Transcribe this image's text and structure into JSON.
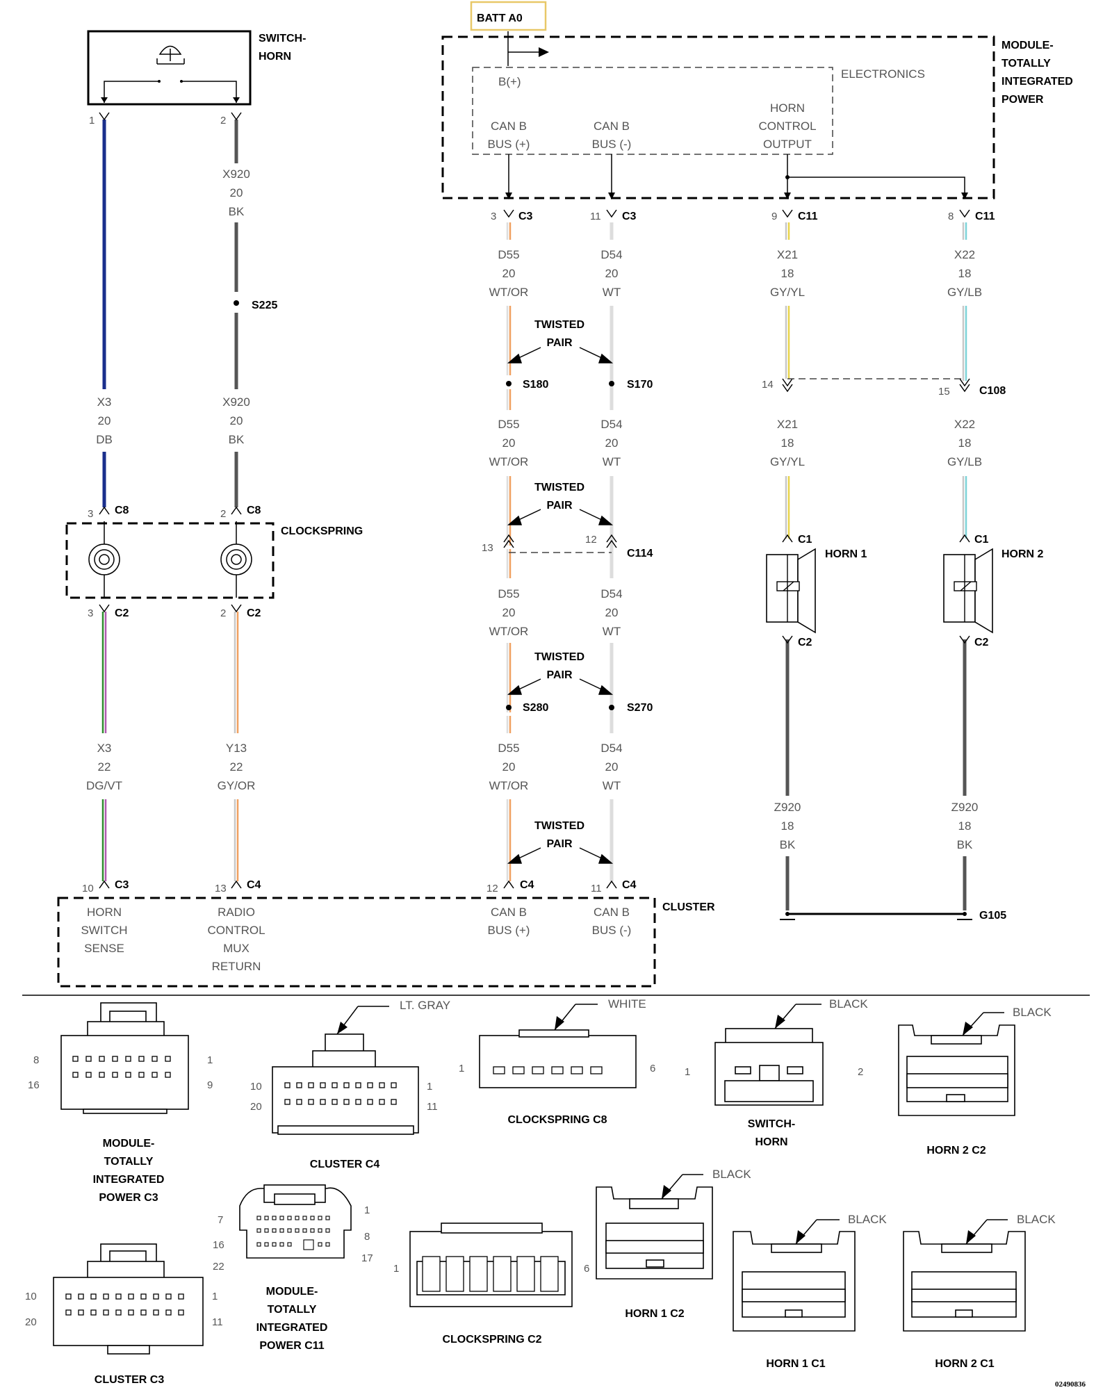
{
  "modules": {
    "switch_horn": "SWITCH-\nHORN",
    "tipm": "MODULE-\nTOTALLY\nINTEGRATED\nPOWER",
    "electronics": "ELECTRONICS",
    "batt": "BATT A0",
    "b_plus": "B(+)",
    "can_b_pos": "CAN B\nBUS (+)",
    "can_b_neg": "CAN B\nBUS (-)",
    "horn_control_output": "HORN\nCONTROL\nOUTPUT",
    "clockspring": "CLOCKSPRING",
    "cluster": "CLUSTER",
    "horn1": "HORN 1",
    "horn2": "HORN 2",
    "horn_switch_sense": "HORN\nSWITCH\nSENSE",
    "radio_control_mux_return": "RADIO\nCONTROL\nMUX\nRETURN",
    "cluster_can_pos": "CAN B\nBUS (+)",
    "cluster_can_neg": "CAN B\nBUS (-)",
    "twisted_pair": "TWISTED\nPAIR"
  },
  "wire_labels": {
    "sw1_top": "",
    "x920_a": "X920\n20\nBK",
    "x920_b": "X920\n20\nBK",
    "x3_db": "X3\n20\nDB",
    "x3_dgvt": "X3\n22\nDG/VT",
    "y13": "Y13\n22\nGY/OR",
    "d55": "D55\n20\nWT/OR",
    "d54": "D54\n20\nWT",
    "x21": "X21\n18\nGY/YL",
    "x22": "X22\n18\nGY/LB",
    "z920": "Z920\n18\nBK"
  },
  "connectors": {
    "c3": "C3",
    "c11": "C11",
    "c8": "C8",
    "c2": "C2",
    "c4": "C4",
    "c1": "C1",
    "c108": "C108",
    "c114": "C114",
    "g105": "G105",
    "s225": "S225",
    "s180": "S180",
    "s170": "S170",
    "s280": "S280",
    "s270": "S270"
  },
  "pins": {
    "p1": "1",
    "p2": "2",
    "p3": "3",
    "p8": "8",
    "p9": "9",
    "p10": "10",
    "p11": "11",
    "p12": "12",
    "p13": "13",
    "p14": "14",
    "p15": "15"
  },
  "connector_views": {
    "tipm_c3": "MODULE-\nTOTALLY\nINTEGRATED\nPOWER C3",
    "cluster_c4": "CLUSTER C4",
    "clockspring_c8": "CLOCKSPRING C8",
    "switch_horn": "SWITCH-\nHORN",
    "horn2_c2": "HORN 2 C2",
    "cluster_c3": "CLUSTER C3",
    "tipm_c11": "MODULE-\nTOTALLY\nINTEGRATED\nPOWER C11",
    "clockspring_c2": "CLOCKSPRING C2",
    "horn1_c2": "HORN 1 C2",
    "horn1_c1": "HORN 1 C1",
    "horn2_c1": "HORN 2 C1",
    "color_ltgray": "LT. GRAY",
    "color_white": "WHITE",
    "color_black": "BLACK",
    "n1": "1",
    "n2": "2",
    "n6": "6",
    "n7": "7",
    "n8": "8",
    "n9": "9",
    "n10": "10",
    "n11": "11",
    "n16": "16",
    "n17": "17",
    "n20": "20",
    "n22": "22"
  },
  "figure_id": "02490836",
  "colors": {
    "db": "#1a2f8c",
    "bk": "#555555",
    "dg": "#2e8b2e",
    "vt": "#b05ab0",
    "gy": "#c8c8c8",
    "or": "#f0a060",
    "yl": "#e8d44a",
    "lb": "#7dd3d8",
    "wt": "#dddddd",
    "batt_border": "#e8c868"
  }
}
